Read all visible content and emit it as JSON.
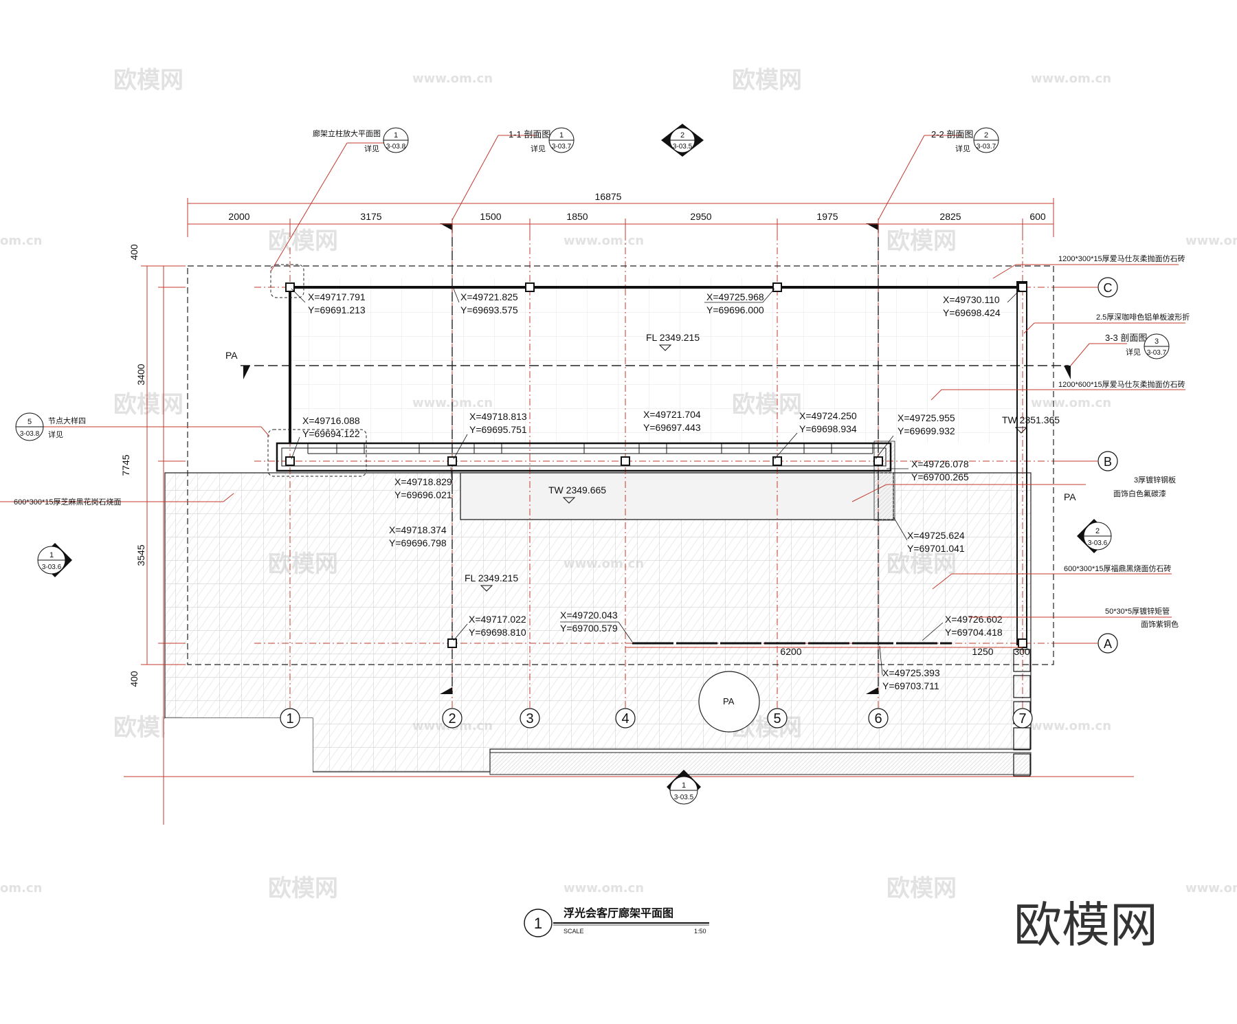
{
  "watermarks": {
    "brand": "欧模网",
    "url": "www.om.cn",
    "url_fragment": "om.cn",
    "corner_brand": "欧模网"
  },
  "title": {
    "circle_num": "1",
    "text": "浮光会客厅廊架平面图",
    "scale_label": "SCALE",
    "scale_value": "1:50"
  },
  "dims_top": {
    "total": "16875",
    "segments": [
      "2000",
      "3175",
      "1500",
      "1850",
      "2950",
      "1975",
      "2825",
      "600"
    ]
  },
  "dims_left": {
    "total": "7745",
    "segments": [
      "400",
      "3400",
      "3545",
      "400"
    ]
  },
  "dims_bottom": [
    "6200",
    "1250",
    "300"
  ],
  "grid_cols": [
    "1",
    "2",
    "3",
    "4",
    "5",
    "6",
    "7"
  ],
  "grid_rows": [
    "C",
    "B",
    "A"
  ],
  "coords": [
    {
      "x": "X=49717.791",
      "y": "Y=69691.213"
    },
    {
      "x": "X=49721.825",
      "y": "Y=69693.575"
    },
    {
      "x": "X=49725.968",
      "y": "Y=69696.000"
    },
    {
      "x": "X=49730.110",
      "y": "Y=69698.424"
    },
    {
      "x": "X=49716.088",
      "y": "Y=69694.122"
    },
    {
      "x": "X=49718.813",
      "y": "Y=69695.751"
    },
    {
      "x": "X=49721.704",
      "y": "Y=69697.443"
    },
    {
      "x": "X=49724.250",
      "y": "Y=69698.934"
    },
    {
      "x": "X=49725.955",
      "y": "Y=69699.932"
    },
    {
      "x": "X=49726.078",
      "y": "Y=69700.265"
    },
    {
      "x": "X=49718.829",
      "y": "Y=69696.021"
    },
    {
      "x": "X=49718.374",
      "y": "Y=69696.798"
    },
    {
      "x": "X=49725.624",
      "y": "Y=69701.041"
    },
    {
      "x": "X=49717.022",
      "y": "Y=69698.810"
    },
    {
      "x": "X=49720.043",
      "y": "Y=69700.579"
    },
    {
      "x": "X=49726.602",
      "y": "Y=69704.418"
    },
    {
      "x": "X=49725.393",
      "y": "Y=69703.711"
    }
  ],
  "levels": {
    "fl_top": "FL 2349.215",
    "fl_bottom": "FL 2349.215",
    "tw_center": "TW 2349.665",
    "tw_right": "TW 2351.365",
    "pa": "PA"
  },
  "callouts": {
    "detail_column": "廊架立柱放大平面图",
    "see": "详见",
    "section_1_1": "1-1 剖面图",
    "section_2_2": "2-2 剖面图",
    "section_3_3": "3-3 剖面图",
    "node_detail": "节点大样四",
    "mat_1": "1200*300*15厚爱马仕灰柔抛面仿石砖",
    "mat_2": "2.5厚深咖啡色铝单板波形折",
    "mat_3": "1200*600*15厚爱马仕灰柔抛面仿石砖",
    "mat_4a": "3厚镀锌钢板",
    "mat_4b": "面饰白色氟碳漆",
    "mat_5": "600*300*15厚福鼎黑烧面仿石砖",
    "mat_6a": "50*30*5厚镀锌矩管",
    "mat_6b": "面饰紫铜色",
    "mat_7": "600*300*15厚芝麻黑花岗石烧面"
  },
  "refs": {
    "r_col": {
      "top": "1",
      "bottom": "3-03.8"
    },
    "r_11": {
      "top": "1",
      "bottom": "3-03.7"
    },
    "r_22top": {
      "top": "2",
      "bottom": "3-03.5"
    },
    "r_22": {
      "top": "2",
      "bottom": "3-03.7"
    },
    "r_33": {
      "top": "3",
      "bottom": "3-03.7"
    },
    "r_node": {
      "top": "5",
      "bottom": "3-03.8"
    },
    "r_left": {
      "top": "1",
      "bottom": "3-03.6"
    },
    "r_right": {
      "top": "2",
      "bottom": "3-03.6"
    },
    "r_bottom": {
      "top": "1",
      "bottom": "3-03.5"
    }
  }
}
